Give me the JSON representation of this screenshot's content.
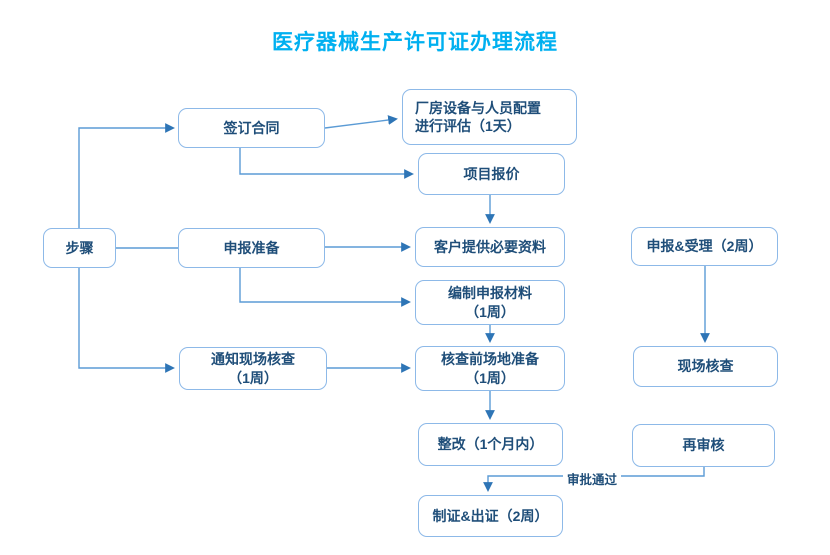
{
  "title": "医疗器械生产许可证办理流程",
  "nodes": {
    "steps": "步骤",
    "sign_contract": "签订合同",
    "declare_prep": "申报准备",
    "notify_inspection": "通知现场核查\n（1周）",
    "plant_eval": "厂房设备与人员配置\n进行评估（1天）",
    "quote": "项目报价",
    "client_materials": "客户提供必要资料",
    "prepare_materials": "编制申报材料\n（1周）",
    "site_prep": "核查前场地准备\n（1周）",
    "rectify": "整改（1个月内）",
    "issue_cert": "制证&出证（2周）",
    "declare_accept": "申报&受理（2周）",
    "onsite_inspection": "现场核查",
    "re_review": "再审核"
  },
  "edge_labels": {
    "approval_pass": "审批通过"
  },
  "colors": {
    "title": "#00B0F0",
    "box_border": "#8DB9E8",
    "box_text": "#1F4E79",
    "connector": "#5B9BD5",
    "arrowhead": "#2E75B6",
    "background": "#FFFFFF"
  }
}
